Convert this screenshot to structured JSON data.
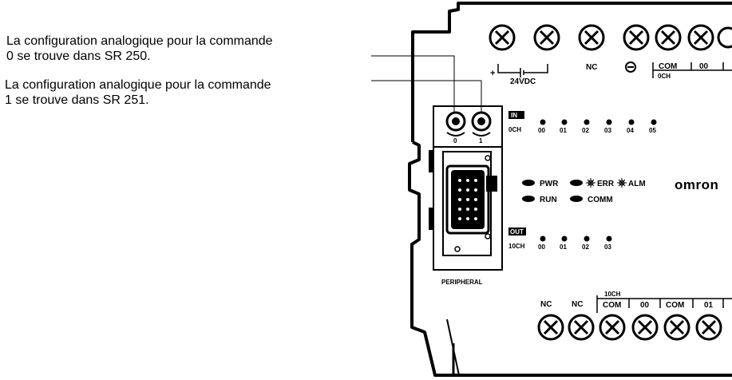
{
  "annotations": [
    {
      "text": "La configuration analogique pour la commande\n0 se trouve dans SR 250."
    },
    {
      "text": "La configuration analogique pour la commande\n1 se trouve dans SR 251."
    }
  ],
  "device": {
    "top_terminals": {
      "supply": "24VDC",
      "plus": "+",
      "nc": "NC",
      "com": "COM",
      "com_num": "00",
      "channel": "0CH"
    },
    "analog_dials": [
      "0",
      "1"
    ],
    "input": {
      "badge": "IN",
      "channel": "0CH",
      "bits": [
        "00",
        "01",
        "02",
        "03",
        "04",
        "05"
      ]
    },
    "status_leds": [
      {
        "label": "PWR"
      },
      {
        "label": "ERR"
      },
      {
        "label": "ALM"
      },
      {
        "label": "RUN"
      },
      {
        "label": "COMM"
      }
    ],
    "brand": "omron",
    "output": {
      "badge": "OUT",
      "channel": "10CH",
      "bits": [
        "00",
        "01",
        "02",
        "03"
      ]
    },
    "port_label": "PERIPHERAL",
    "bottom_terminals": {
      "nc1": "NC",
      "nc2": "NC",
      "channel": "10CH",
      "com": "COM",
      "b00": "00",
      "com0": "COM",
      "b01": "01"
    }
  }
}
